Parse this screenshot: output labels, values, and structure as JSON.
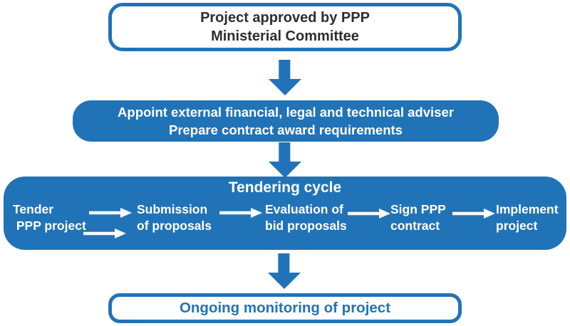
{
  "colors": {
    "accent_blue": "#2173b7",
    "dark_text": "#2d2d2d",
    "white": "#ffffff"
  },
  "flow": {
    "top_box": "Project approved by PPP\nMinisterial Committee",
    "advisor_box": "Appoint external financial, legal and technical adviser\nPrepare contract award requirements",
    "tendering": {
      "title": "Tendering cycle",
      "steps": [
        "Tender\n PPP project",
        "Submission\nof proposals",
        "Evaluation of\nbid proposals",
        "Sign PPP\ncontract",
        "Implement\nproject"
      ]
    },
    "bottom_box": "Ongoing monitoring of project"
  }
}
